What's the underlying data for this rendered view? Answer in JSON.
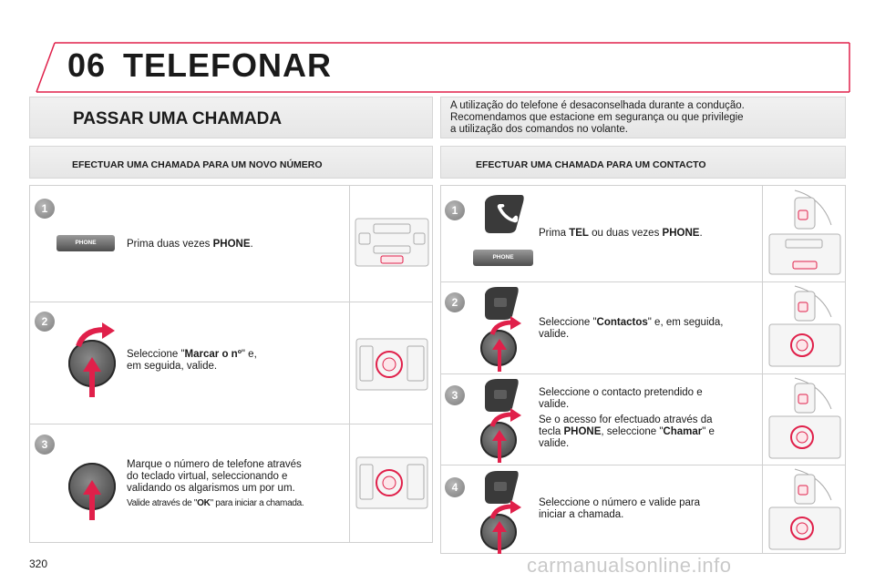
{
  "header": {
    "chapter_number": "06",
    "chapter_title": "TELEFONAR"
  },
  "section": {
    "title": "PASSAR UMA CHAMADA"
  },
  "warning": {
    "lines": [
      "A utilização do telefone é desaconselhada durante a condução.",
      "Recomendamos que estacione em segurança ou que privilegie",
      "a utilização dos comandos no volante."
    ]
  },
  "left": {
    "subtitle": "EFECTUAR UMA CHAMADA PARA UM NOVO NÚMERO",
    "steps": [
      {
        "num": "1",
        "pre": "Prima duas vezes ",
        "bold": "PHONE",
        "post": "."
      },
      {
        "num": "2",
        "pre": "Seleccione \"",
        "bold": "Marcar o nº",
        "post": "\" e,",
        "line2": "em seguida, valide."
      },
      {
        "num": "3",
        "line1": "Marque o número de telefone através",
        "line2": "do teclado virtual, seleccionando e",
        "line3": "validando os algarismos um por um.",
        "small_pre": "Valide através de \"",
        "small_bold": "OK",
        "small_post": "\" para iniciar a chamada."
      }
    ]
  },
  "right": {
    "subtitle": "EFECTUAR UMA CHAMADA PARA UM CONTACTO",
    "steps": [
      {
        "num": "1",
        "pre": "Prima ",
        "bold1": "TEL",
        "mid": " ou duas vezes ",
        "bold2": "PHONE",
        "post": "."
      },
      {
        "num": "2",
        "pre": "Seleccione \"",
        "bold": "Contactos",
        "post": "\" e, em seguida,",
        "line2": "valide."
      },
      {
        "num": "3",
        "line1": "Seleccione o contacto pretendido e",
        "line2": "valide.",
        "p2_line1": "Se o acesso for efectuado através da",
        "p2_pre": "tecla ",
        "p2_bold1": "PHONE",
        "p2_mid": ", seleccione \"",
        "p2_bold2": "Chamar",
        "p2_post": "\" e",
        "p2_line3": "valide."
      },
      {
        "num": "4",
        "line1": "Seleccione o número e valide para",
        "line2": "iniciar a chamada."
      }
    ]
  },
  "buttons": {
    "phone_label": "PHONE"
  },
  "footer": {
    "page_number": "320",
    "watermark": "carmanualsonline.info"
  }
}
